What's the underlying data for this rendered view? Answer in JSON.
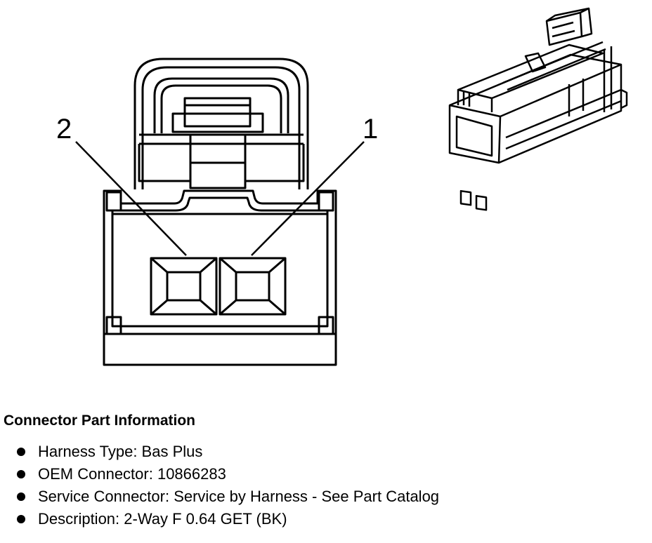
{
  "diagram": {
    "pin_labels": [
      "2",
      "1"
    ]
  },
  "info": {
    "title": "Connector Part Information",
    "items": [
      "Harness Type: Bas Plus",
      "OEM Connector: 10866283",
      "Service Connector: Service by Harness - See Part Catalog",
      "Description: 2-Way F 0.64 GET (BK)"
    ]
  },
  "colors": {
    "line": "#000000",
    "background": "#ffffff"
  }
}
